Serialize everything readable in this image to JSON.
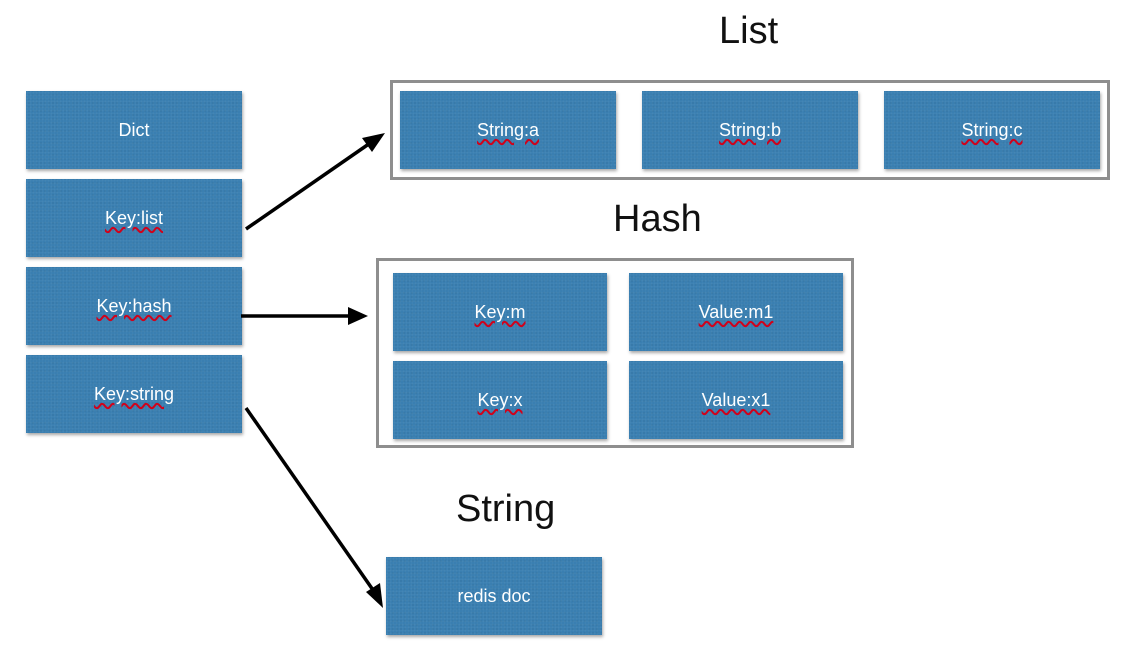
{
  "dict_column": {
    "header": "Dict",
    "keys": [
      "Key:list",
      "Key:hash",
      "Key:string"
    ]
  },
  "list": {
    "title": "List",
    "items": [
      "String:a",
      "String:b",
      "String:c"
    ]
  },
  "hash": {
    "title": "Hash",
    "rows": [
      {
        "key": "Key:m",
        "value": "Value:m1"
      },
      {
        "key": "Key:x",
        "value": "Value:x1"
      }
    ]
  },
  "string": {
    "title": "String",
    "value": "redis doc"
  },
  "colors": {
    "box_fill": "#3a7fb1",
    "frame_border": "#8e8e8e",
    "arrow": "#000000",
    "spellcheck_underline": "#d0021b"
  }
}
